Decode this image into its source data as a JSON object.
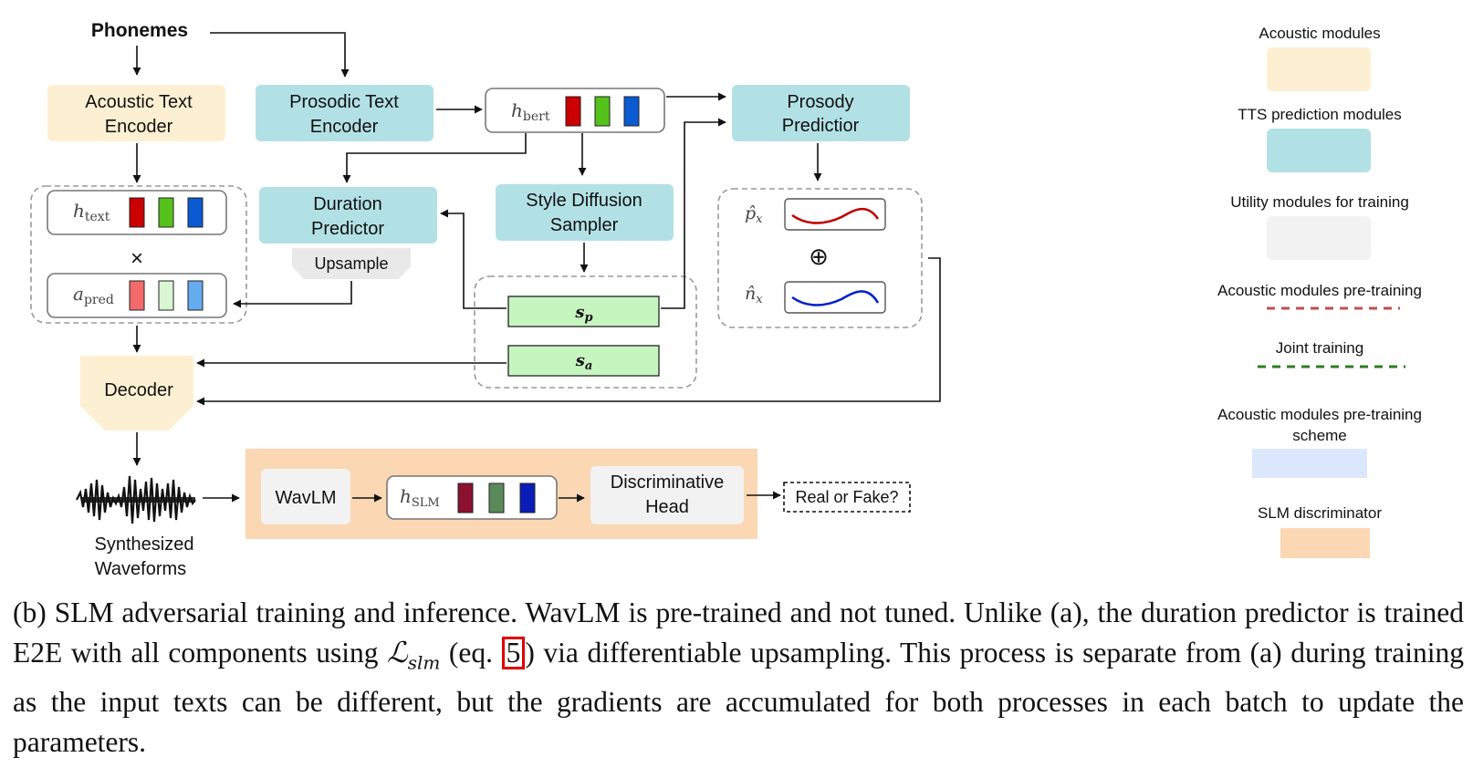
{
  "diagram": {
    "phonemes": "Phonemes",
    "acoustic_text_encoder": [
      "Acoustic Text",
      "Encoder"
    ],
    "prosodic_text_encoder": [
      "Prosodic Text",
      "Encoder"
    ],
    "prosody_predictor": [
      "Prosody",
      "Predictior"
    ],
    "duration_predictor": [
      "Duration",
      "Predictor"
    ],
    "style_diffusion_sampler": [
      "Style Diffusion",
      "Sampler"
    ],
    "upsample": "Upsample",
    "decoder": "Decoder",
    "h_bert": {
      "base": "h",
      "sub": "bert"
    },
    "h_text": {
      "base": "h",
      "sub": "text"
    },
    "a_pred": {
      "base": "a",
      "sub": "pred"
    },
    "h_slm": {
      "base": "h",
      "sub": "SLM"
    },
    "times": "×",
    "oplus": "⊕",
    "s_p": {
      "base": "s",
      "sub": "p"
    },
    "s_a": {
      "base": "s",
      "sub": "a"
    },
    "p_x": {
      "base": "p̂",
      "sub": "x"
    },
    "n_x": {
      "base": "n̂",
      "sub": "x"
    },
    "synthesized_waveforms": [
      "Synthesized",
      "Waveforms"
    ],
    "wavlm": "WavLM",
    "discriminative_head": [
      "Discriminative",
      "Head"
    ],
    "real_or_fake": "Real or Fake?"
  },
  "legend": {
    "items": [
      {
        "label": [
          "Acoustic modules"
        ],
        "kind": "box",
        "color": "#fdf0d2"
      },
      {
        "label": [
          "TTS prediction modules"
        ],
        "kind": "box",
        "color": "#b2e1e5"
      },
      {
        "label": [
          "Utility modules for training"
        ],
        "kind": "box",
        "color": "#f2f2f2"
      },
      {
        "label": [
          "Acoustic modules pre-training"
        ],
        "kind": "dash",
        "color": "#c0504d"
      },
      {
        "label": [
          "Joint training"
        ],
        "kind": "dash",
        "color": "#2e7d22"
      },
      {
        "label": [
          "Acoustic modules pre-training",
          "scheme"
        ],
        "kind": "box",
        "color": "#dbe8fb"
      },
      {
        "label": [
          "SLM discriminator"
        ],
        "kind": "box",
        "color": "#fbd7b4"
      }
    ]
  },
  "caption": {
    "part1": "(b) SLM adversarial training and inference.  WavLM is pre-trained and not tuned.  Unlike (a), the duration predictor is trained E2E with all components using ",
    "loss_symbol": "ℒ",
    "loss_sub": "slm",
    "part2": " (eq. ",
    "eq_ref": "5",
    "part3": ") via differentiable upsampling. This process is separate from (a) during training as the input texts can be different, but the gradients are accumulated for both processes in each batch to update the parameters."
  },
  "colors": {
    "acoustic": "#fdf0d2",
    "tts": "#b2e1e5",
    "utility": "#f2f2f2",
    "slm": "#fbd7b4",
    "style_vec": "#c6f5c0",
    "red_bar": "#cc0000",
    "green_bar": "#55c21b",
    "blue_bar": "#0a5bd1"
  }
}
